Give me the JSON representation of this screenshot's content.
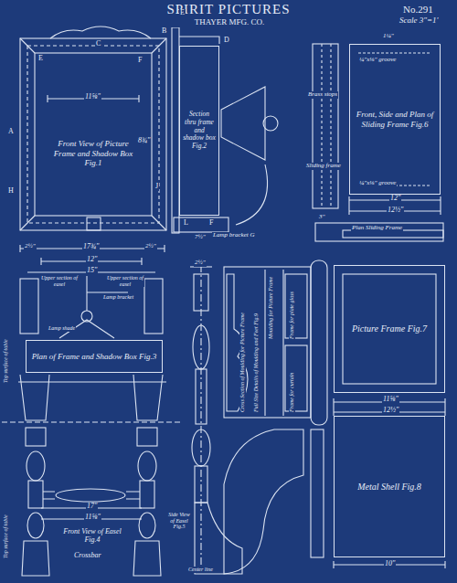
{
  "diagram": {
    "title": "SPIRIT PICTURES",
    "nodes": [
      {
        "text": [
          "Front View of Picture Frame and Shadow Box Fig.1"
        ]
      },
      {
        "text": [
          "Section thru frame and shadow box Fig.2"
        ]
      },
      {
        "text": [
          "Front, Side and Plan of Sliding Frame Fig.6"
        ]
      },
      {
        "text": [
          "Plan of Frame and Shadow Box Fig.3"
        ]
      },
      {
        "text": [
          "Picture Frame Fig.7"
        ]
      },
      {
        "text": [
          "Metal Shell Fig.8"
        ]
      }
    ],
    "labels": [
      "THAYER MFG. CO.",
      "No.291",
      "Scale 3\"=1'",
      "A",
      "B",
      "C",
      "E",
      "F",
      "H",
      "J",
      "11⅝\"",
      "8¾\"",
      "E",
      "D",
      "L",
      "F",
      "Lamp bracket G",
      "7½\"",
      "¼\"x⅛\" groove",
      "¼\"x⅛\" groove",
      "Brass stops",
      "Sliding frame",
      "12\"",
      "12½\"",
      "17¾\"",
      "2½\"",
      "2½\"",
      "12\"",
      "15\"",
      "Upper section of easel",
      "Upper section of easel",
      "Lamp bracket",
      "Lamp shade",
      "17\"",
      "11⅝\"",
      "Front View of Easel Fig.4",
      "Crossbar",
      "Top surface of table",
      "Top surface of table",
      "2½\"",
      "Side View of Easel Fig.5",
      "Center line",
      "Moulding for Picture Frame",
      "Frame for plate glass",
      "Frame for curtain",
      "Cross Section of Moulding for Picture Frame",
      "Full Size Details of Moulding and Feet Fig.9",
      "11⅝\"",
      "12½\"",
      "10\"",
      "Plan Sliding Frame",
      "1¼\"",
      "3\""
    ]
  }
}
